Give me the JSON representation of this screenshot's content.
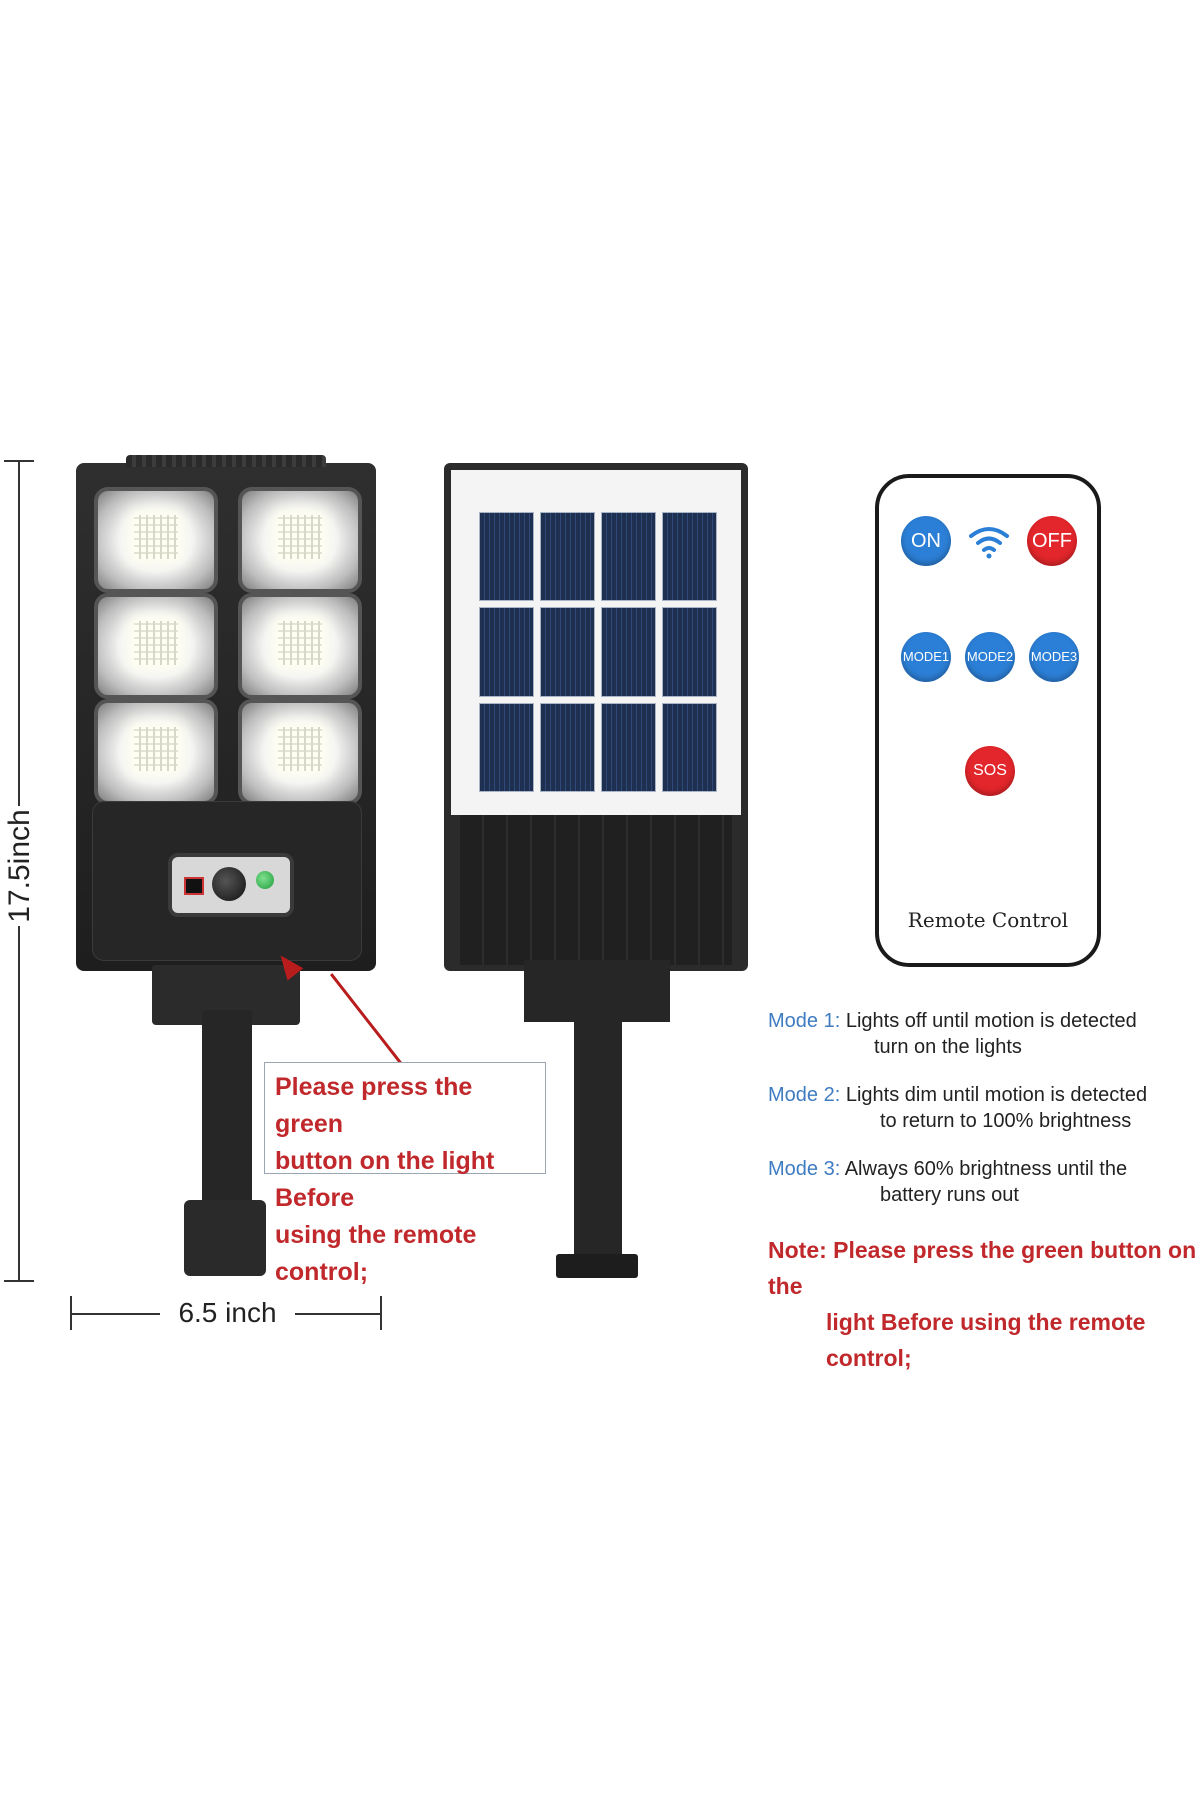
{
  "dimensions": {
    "height_label": "17.5inch",
    "width_label": "6.5 inch"
  },
  "callout": {
    "lines": [
      "Please press the green",
      "button on the light Before",
      "using the remote control;"
    ]
  },
  "remote": {
    "label": "Remote Control",
    "buttons": {
      "on": "ON",
      "off": "OFF",
      "mode1": "MODE1",
      "mode2": "MODE2",
      "mode3": "MODE3",
      "sos": "SOS"
    }
  },
  "modes": [
    {
      "key": "Mode 1:",
      "line1": "Lights off until motion is detected",
      "line2": "turn on the lights"
    },
    {
      "key": "Mode 2:",
      "line1": "Lights dim until motion is detected",
      "line2": "to return to 100% brightness"
    },
    {
      "key": "Mode 3:",
      "line1": "Always 60% brightness until the",
      "line2": "battery runs out"
    }
  ],
  "note": {
    "line1": "Note: Please press the green button on the",
    "line2": "light Before using the remote control;"
  },
  "colors": {
    "accent_blue": "#2c7fd6",
    "accent_red": "#e3262b",
    "note_red": "#c0282b",
    "mode_blue": "#3f7cc2"
  }
}
